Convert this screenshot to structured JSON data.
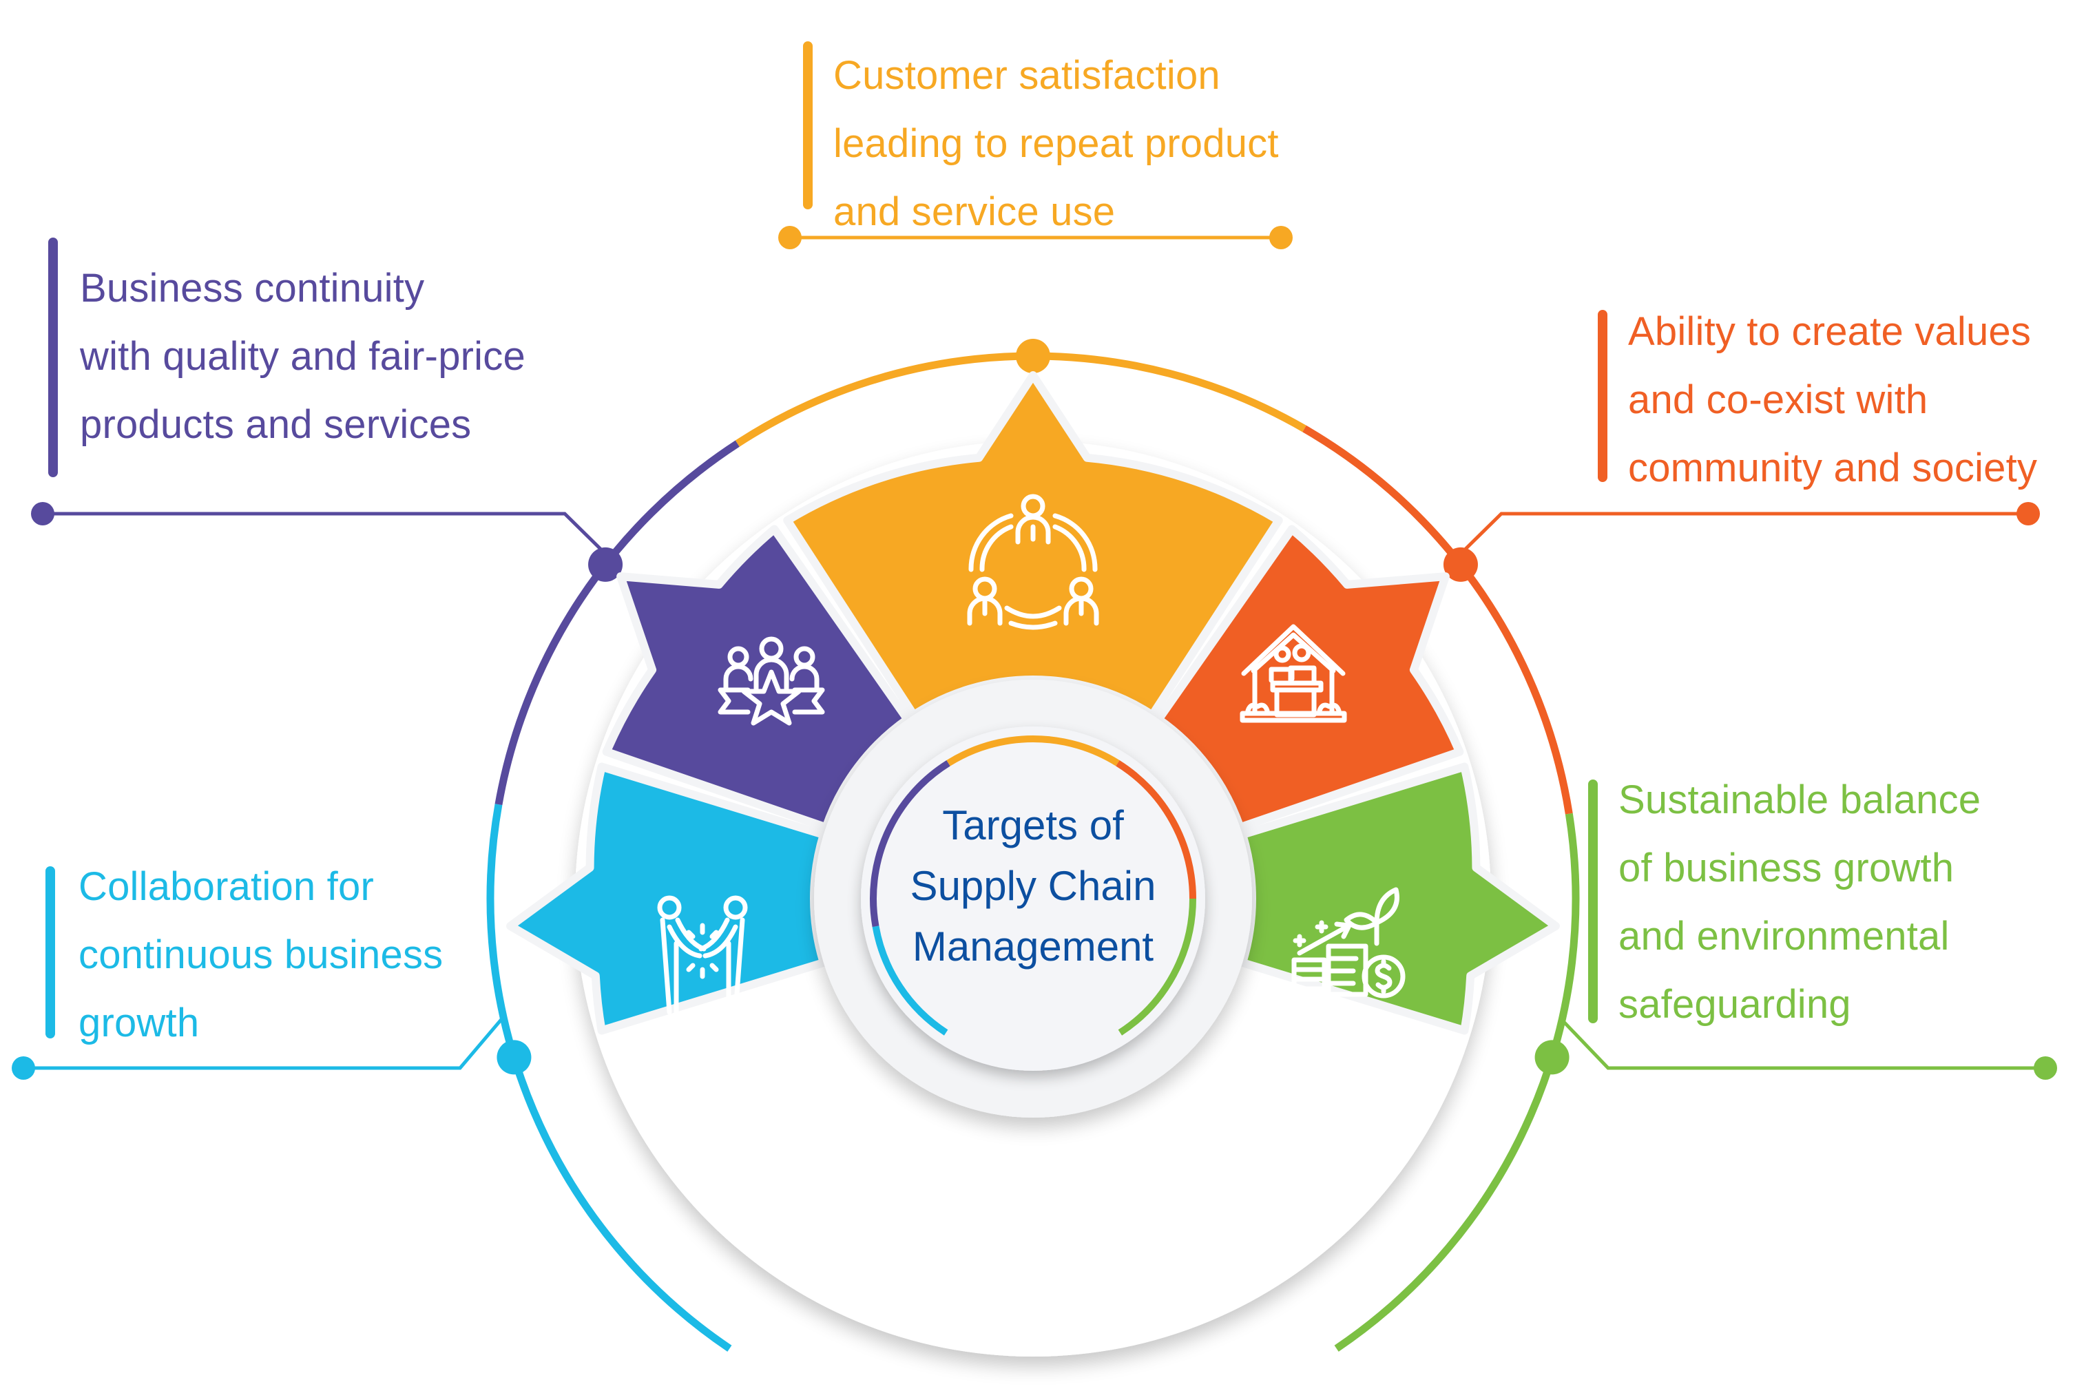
{
  "title": {
    "lines": [
      "Targets of",
      "Supply Chain",
      "Management"
    ],
    "color": "#0c4fa0"
  },
  "targets": [
    {
      "id": "customer-satisfaction",
      "color": "#f7a823",
      "icon": "team-circle-icon",
      "lines": [
        "Customer satisfaction",
        "leading to repeat product",
        "and service use"
      ]
    },
    {
      "id": "business-continuity",
      "color": "#574a9d",
      "icon": "team-star-award-icon",
      "lines": [
        "Business continuity",
        "with quality and fair-price",
        "products and services"
      ]
    },
    {
      "id": "community-coexistence",
      "color": "#f05f24",
      "icon": "family-house-icon",
      "lines": [
        "Ability to create values",
        "and co-exist with",
        "community and society"
      ]
    },
    {
      "id": "collaboration",
      "color": "#1cbae6",
      "icon": "handshake-icon",
      "lines": [
        "Collaboration for",
        "continuous business",
        "growth"
      ]
    },
    {
      "id": "sustainable-balance",
      "color": "#7cc043",
      "icon": "money-growth-plant-icon",
      "lines": [
        "Sustainable balance",
        "of business growth",
        "and environmental",
        "safeguarding"
      ]
    }
  ]
}
